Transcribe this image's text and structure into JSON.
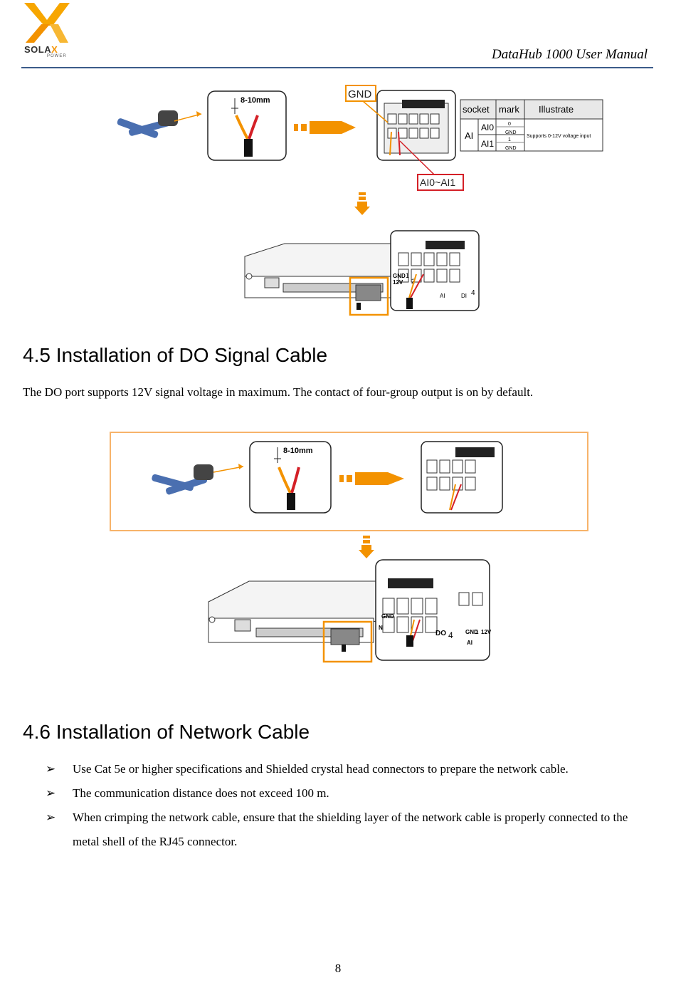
{
  "header": {
    "logo_text_sola": "SOLA",
    "logo_text_x": "X",
    "logo_sub": "POWER",
    "manual_title": "DataHub 1000 User Manual"
  },
  "figure_ai": {
    "strip_length_label": "8-10mm",
    "gnd_callout": "GND",
    "ai_callout": "AI0~AI1",
    "table": {
      "headers": [
        "socket",
        "mark",
        "Illustrate"
      ],
      "socket": "AI",
      "marks": [
        "AI0",
        "AI1"
      ],
      "pins": [
        "0",
        "GND",
        "1",
        "GND"
      ],
      "illustrate": "Supports 0-12V voltage input"
    },
    "inset_labels": [
      "GND",
      "12V",
      "1",
      "2",
      "AI",
      "DI",
      "4"
    ]
  },
  "section_45": {
    "heading": "4.5 Installation of DO Signal Cable",
    "paragraph": "The DO port supports 12V signal voltage in maximum. The contact of four-group output is on by default."
  },
  "figure_do": {
    "strip_length_label": "8-10mm",
    "inset_labels": [
      "GND",
      "N",
      "DO",
      "4",
      "GND",
      "1",
      "12V",
      "AI"
    ]
  },
  "section_46": {
    "heading": "4.6 Installation of Network Cable",
    "bullets": [
      "Use Cat 5e or higher specifications and Shielded crystal head connectors to prepare the network cable.",
      "The communication distance does not exceed 100 m.",
      "When crimping the network cable, ensure that the shielding layer of the network cable is properly connected to the metal shell of the RJ45 connector."
    ],
    "bullet_glyph": "➢"
  },
  "footer": {
    "page_number": "8"
  },
  "colors": {
    "accent_orange": "#f39200",
    "callout_red": "#d42027",
    "rule_blue": "#3b5b8a",
    "tool_blue": "#4a6fb0"
  }
}
